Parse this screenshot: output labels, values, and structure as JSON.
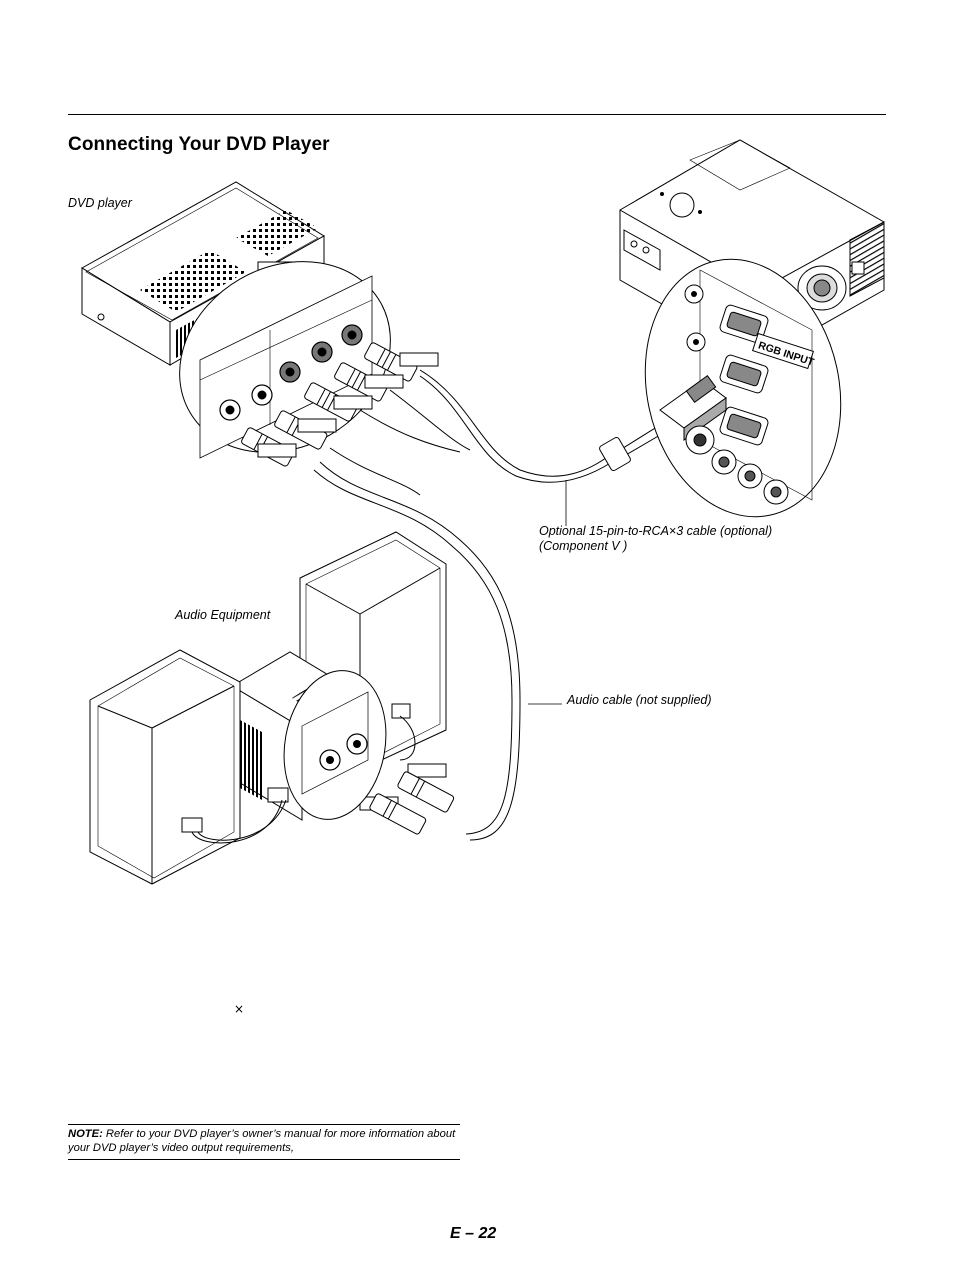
{
  "section_title": "Connecting Your DVD Player",
  "labels": {
    "dvd_player": "DVD player",
    "audio_equipment": "Audio Equipment",
    "rgb_input": "RGB INPUT",
    "component_cable_line1": "Optional 15-pin-to-RCA×3 cable (optional)",
    "component_cable_line2": "(Component V )",
    "audio_cable": "Audio cable (not supplied)",
    "times_symbol": "×"
  },
  "note": {
    "prefix": "NOTE:",
    "text": " Refer to your DVD player’s owner’s manual for more information about your DVD player’s video output requirements,"
  },
  "page_number": "E – 22"
}
